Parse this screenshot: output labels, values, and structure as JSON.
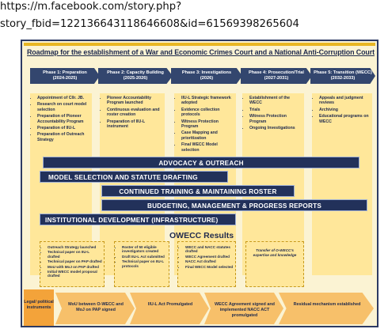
{
  "url": {
    "line1": "https://m.facebook.com/story.php?",
    "line2": "story_fbid=122136643118646608&id=61569398265604"
  },
  "infographic": {
    "title": "Roadmap for the establishment of a War and Economic Crimes Court and a National Anti-Corruption Court",
    "phases": [
      {
        "label": "Phase 1: Preparation",
        "years": "(2024-2025)"
      },
      {
        "label": "Phase 2: Capacity Building",
        "years": "(2025-2026)"
      },
      {
        "label": "Phase 3: Investigations",
        "years": "(2026)"
      },
      {
        "label": "Phase 4: Prosecution/Trial",
        "years": "(2027-2031)"
      },
      {
        "label": "Phase 5: Transition (WECC)",
        "years": "(2032-2033)"
      }
    ],
    "columns": [
      [
        "Appointment of Cllr. JB.",
        "Research on court model selection",
        "Preparation of Pioneer Accountability Program",
        "Preparation of IIU-L",
        "Preparation of Outreach Strategy"
      ],
      [
        "Pioneer Accountability Program launched",
        "Continuous evaluation and roster creation",
        "Preparation of IIU-L instrument"
      ],
      [
        "IIU-L Strategic framework adopted",
        "Evidence collection protocols",
        "Witness Protection Program",
        "Case Mapping and prioritization",
        "Final WECC Model selection"
      ],
      [
        "Establishment of the WECC",
        "Trials",
        "Witness Protection Program",
        "Ongoing Investigations"
      ],
      [
        "Appeals and judgment reviews",
        "Archiving",
        "Educational programs on WECC"
      ]
    ],
    "bars": [
      "ADVOCACY & OUTREACH",
      "MODEL SELECTION AND STATUTE DRAFTING",
      "CONTINUED TRAINING & MAINTAINING ROSTER",
      "BUDGETING, MANAGEMENT & PROGRESS REPORTS",
      "INSTITUTIONAL DEVELOPMENT (INFRASTRUCTURE)"
    ],
    "results_title": "OWECC Results",
    "results": [
      [
        "Outreach Strategy launched",
        "Technical paper on IIU-L drafted",
        "Technical paper on PAP drafted",
        "MoU with MoJ on PAP drafted",
        "Initial WECC model proposal drafted"
      ],
      [
        "Roster of 50 eligible investigators created",
        "Draft IIU-L Act submitted",
        "Technical paper on IIU-L protocols"
      ],
      [
        "WECC and NACC statutes drafted",
        "WECC Agreement drafted",
        "NACC Act drafted",
        "Final WECC Model selected"
      ],
      [
        "Transfer of O-WECC's expertise and knowledge"
      ]
    ],
    "legal_label": "Legal/ political instruments",
    "milestones": [
      "MoU between O-WECC and MoJ on PAP signed",
      "IIU-L Act Promulgated",
      "WECC Agreement signed and implemented NACC ACT promulgated",
      "Residual mechanism established"
    ]
  }
}
